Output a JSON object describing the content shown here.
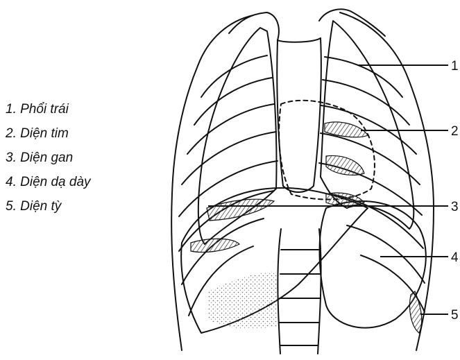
{
  "legend": [
    {
      "number": "1",
      "label": "1. Phổi trái"
    },
    {
      "number": "2",
      "label": "2. Diện tim"
    },
    {
      "number": "3",
      "label": "3. Diện gan"
    },
    {
      "number": "4",
      "label": "4. Diện dạ dày"
    },
    {
      "number": "5",
      "label": "5. Diện tỳ"
    }
  ],
  "callouts": [
    "1",
    "2",
    "3",
    "4",
    "5"
  ],
  "colors": {
    "ink": "#111111",
    "background": "#ffffff",
    "hatch": "#444444"
  }
}
